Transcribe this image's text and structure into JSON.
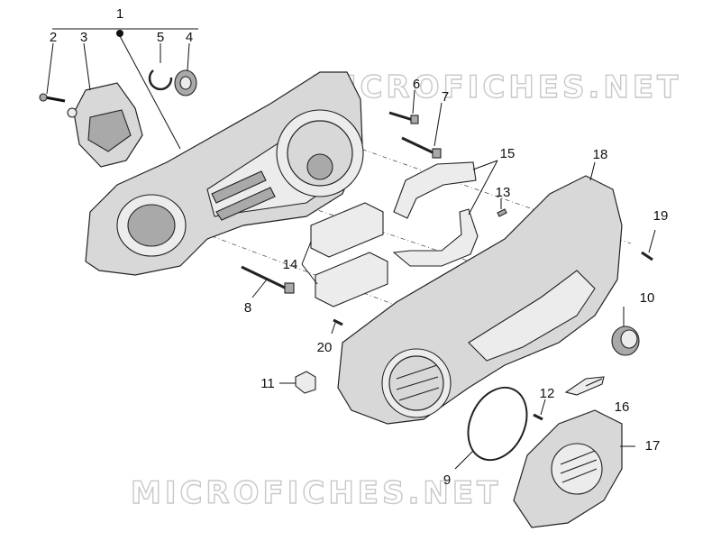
{
  "diagram": {
    "watermarks": [
      "MICROFICHES.NET",
      "MICROFICHES.NET"
    ],
    "callouts": {
      "c1": "1",
      "c2": "2",
      "c3": "3",
      "c4": "4",
      "c5": "5",
      "c6": "6",
      "c7": "7",
      "c8": "8",
      "c9": "9",
      "c10": "10",
      "c11": "11",
      "c12": "12",
      "c13": "13",
      "c14": "14",
      "c15": "15",
      "c16": "16",
      "c17": "17",
      "c18": "18",
      "c19": "19",
      "c20": "20"
    }
  }
}
